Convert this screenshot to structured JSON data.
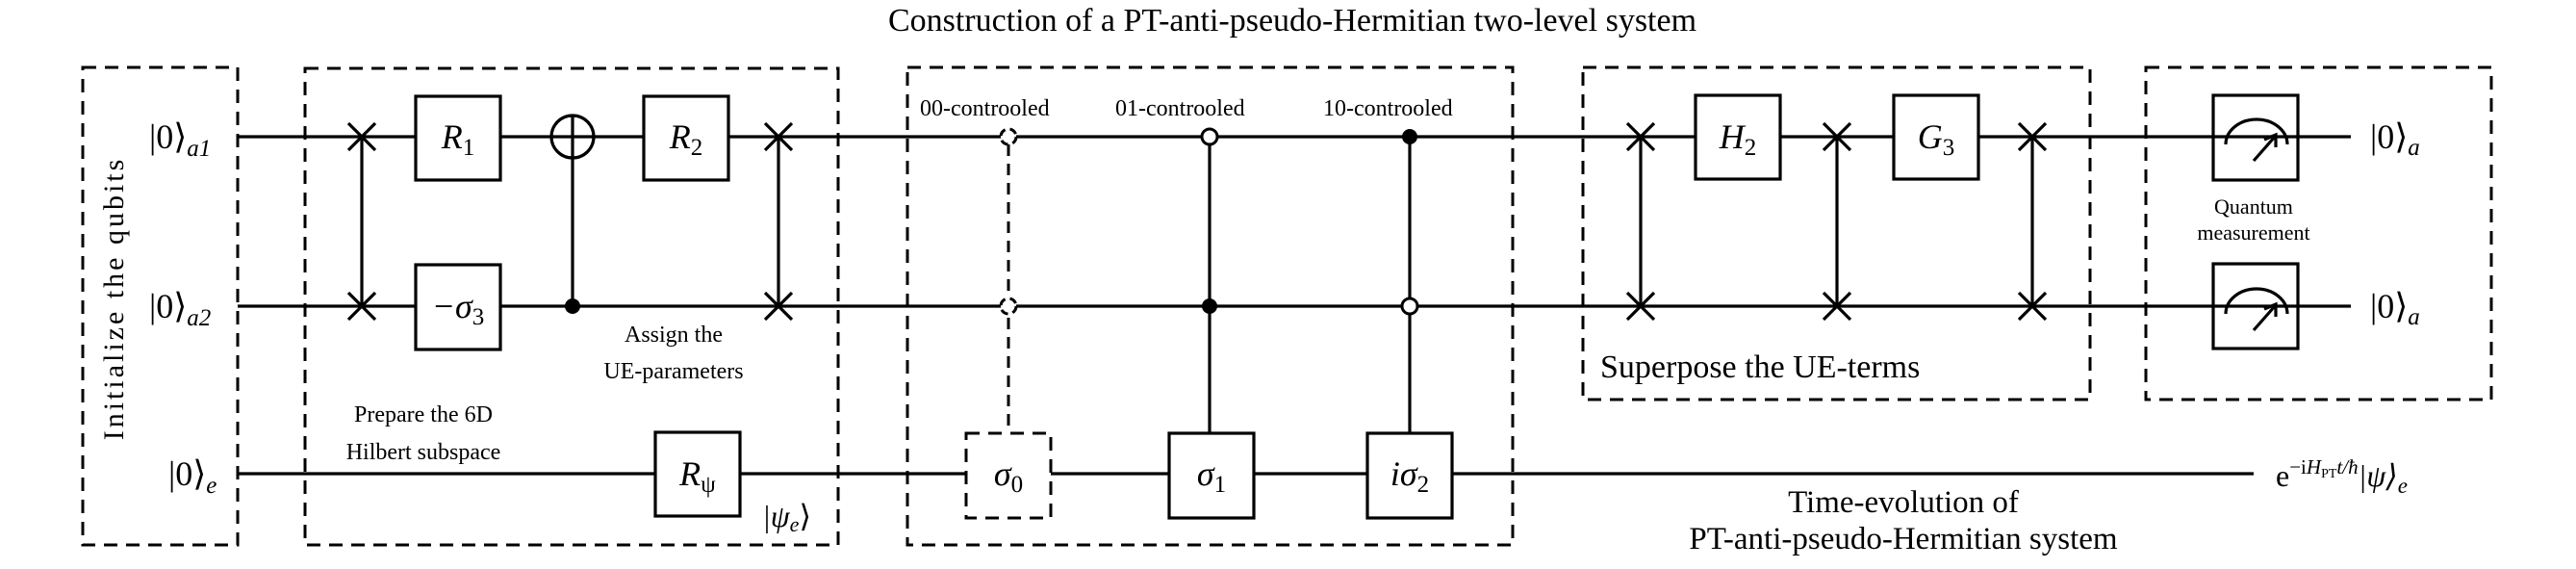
{
  "title": "Construction of a PT-anti-pseudo-Hermitian two-level system",
  "init_box": {
    "label": "Initialize the qubits"
  },
  "wires": [
    {
      "ket": "|0⟩",
      "sub": "a1"
    },
    {
      "ket": "|0⟩",
      "sub": "a2"
    },
    {
      "ket": "|0⟩",
      "sub": "e"
    }
  ],
  "prepare_box": {
    "label_lines": [
      "Prepare the 6D",
      "Hilbert subspace"
    ],
    "assign_lines": [
      "Assign the",
      "UE-parameters"
    ],
    "gates": {
      "r1": {
        "main": "R",
        "sub": "1"
      },
      "sigma3": {
        "main": "−σ",
        "sub": "3"
      },
      "r2": {
        "main": "R",
        "sub": "2"
      },
      "rpsi": {
        "main": "R",
        "sub": "ψ"
      }
    },
    "state": {
      "main": "|ψ",
      "sub": "e",
      "close": "⟩"
    }
  },
  "controlled_box": {
    "labels": [
      "00-controoled",
      "01-controoled",
      "10-controoled"
    ],
    "gates": [
      {
        "main": "σ",
        "sub": "0"
      },
      {
        "main": "σ",
        "sub": "1"
      },
      {
        "main": "iσ",
        "sub": "2"
      }
    ]
  },
  "superpose_box": {
    "label": "Superpose the UE-terms",
    "gates": {
      "h2": {
        "main": "H",
        "sub": "2"
      },
      "g3": {
        "main": "G",
        "sub": "3"
      }
    }
  },
  "measure_box": {
    "label_lines": [
      "Quantum",
      "measurement"
    ]
  },
  "outputs": [
    {
      "ket": "|0⟩",
      "sub": "a"
    },
    {
      "ket": "|0⟩",
      "sub": "a"
    }
  ],
  "evolution": {
    "label_lines": [
      "Time-evolution of",
      "PT-anti-pseudo-Hermitian system"
    ],
    "output": {
      "e": "e",
      "exp_pre": "−i",
      "H": "H",
      "H_sub": "PT",
      "exp_post": "t/ħ",
      "ket": "|ψ⟩",
      "ket_sub": "e"
    }
  }
}
